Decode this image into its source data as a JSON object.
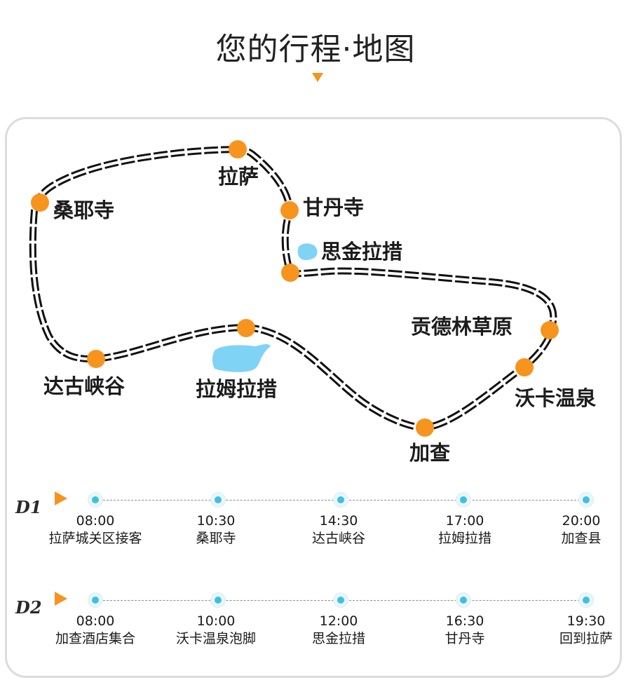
{
  "page": {
    "title": "您的行程·地图"
  },
  "map": {
    "places": [
      {
        "id": "lasa",
        "label": "拉萨"
      },
      {
        "id": "sangye",
        "label": "桑耶寺"
      },
      {
        "id": "gandan",
        "label": "甘丹寺"
      },
      {
        "id": "sijin",
        "label": "思金拉措"
      },
      {
        "id": "gongde",
        "label": "贡德林草原"
      },
      {
        "id": "woka",
        "label": "沃卡温泉"
      },
      {
        "id": "jiacha",
        "label": "加查"
      },
      {
        "id": "lamu",
        "label": "拉姆拉措"
      },
      {
        "id": "dagu",
        "label": "达古峡谷"
      }
    ],
    "colors": {
      "marker": "#f7941d",
      "lake": "#7fd3f5",
      "route": "#111111"
    }
  },
  "itinerary": {
    "days": [
      {
        "label": "D1",
        "stops": [
          {
            "time": "08:00",
            "place": "拉萨城关区接客"
          },
          {
            "time": "10:30",
            "place": "桑耶寺"
          },
          {
            "time": "14:30",
            "place": "达古峡谷"
          },
          {
            "time": "17:00",
            "place": "拉姆拉措"
          },
          {
            "time": "20:00",
            "place": "加查县"
          }
        ]
      },
      {
        "label": "D2",
        "stops": [
          {
            "time": "08:00",
            "place": "加查酒店集合"
          },
          {
            "time": "10:00",
            "place": "沃卡温泉泡脚"
          },
          {
            "time": "12:00",
            "place": "思金拉措"
          },
          {
            "time": "16:30",
            "place": "甘丹寺"
          },
          {
            "time": "19:30",
            "place": "回到拉萨"
          }
        ]
      }
    ]
  }
}
